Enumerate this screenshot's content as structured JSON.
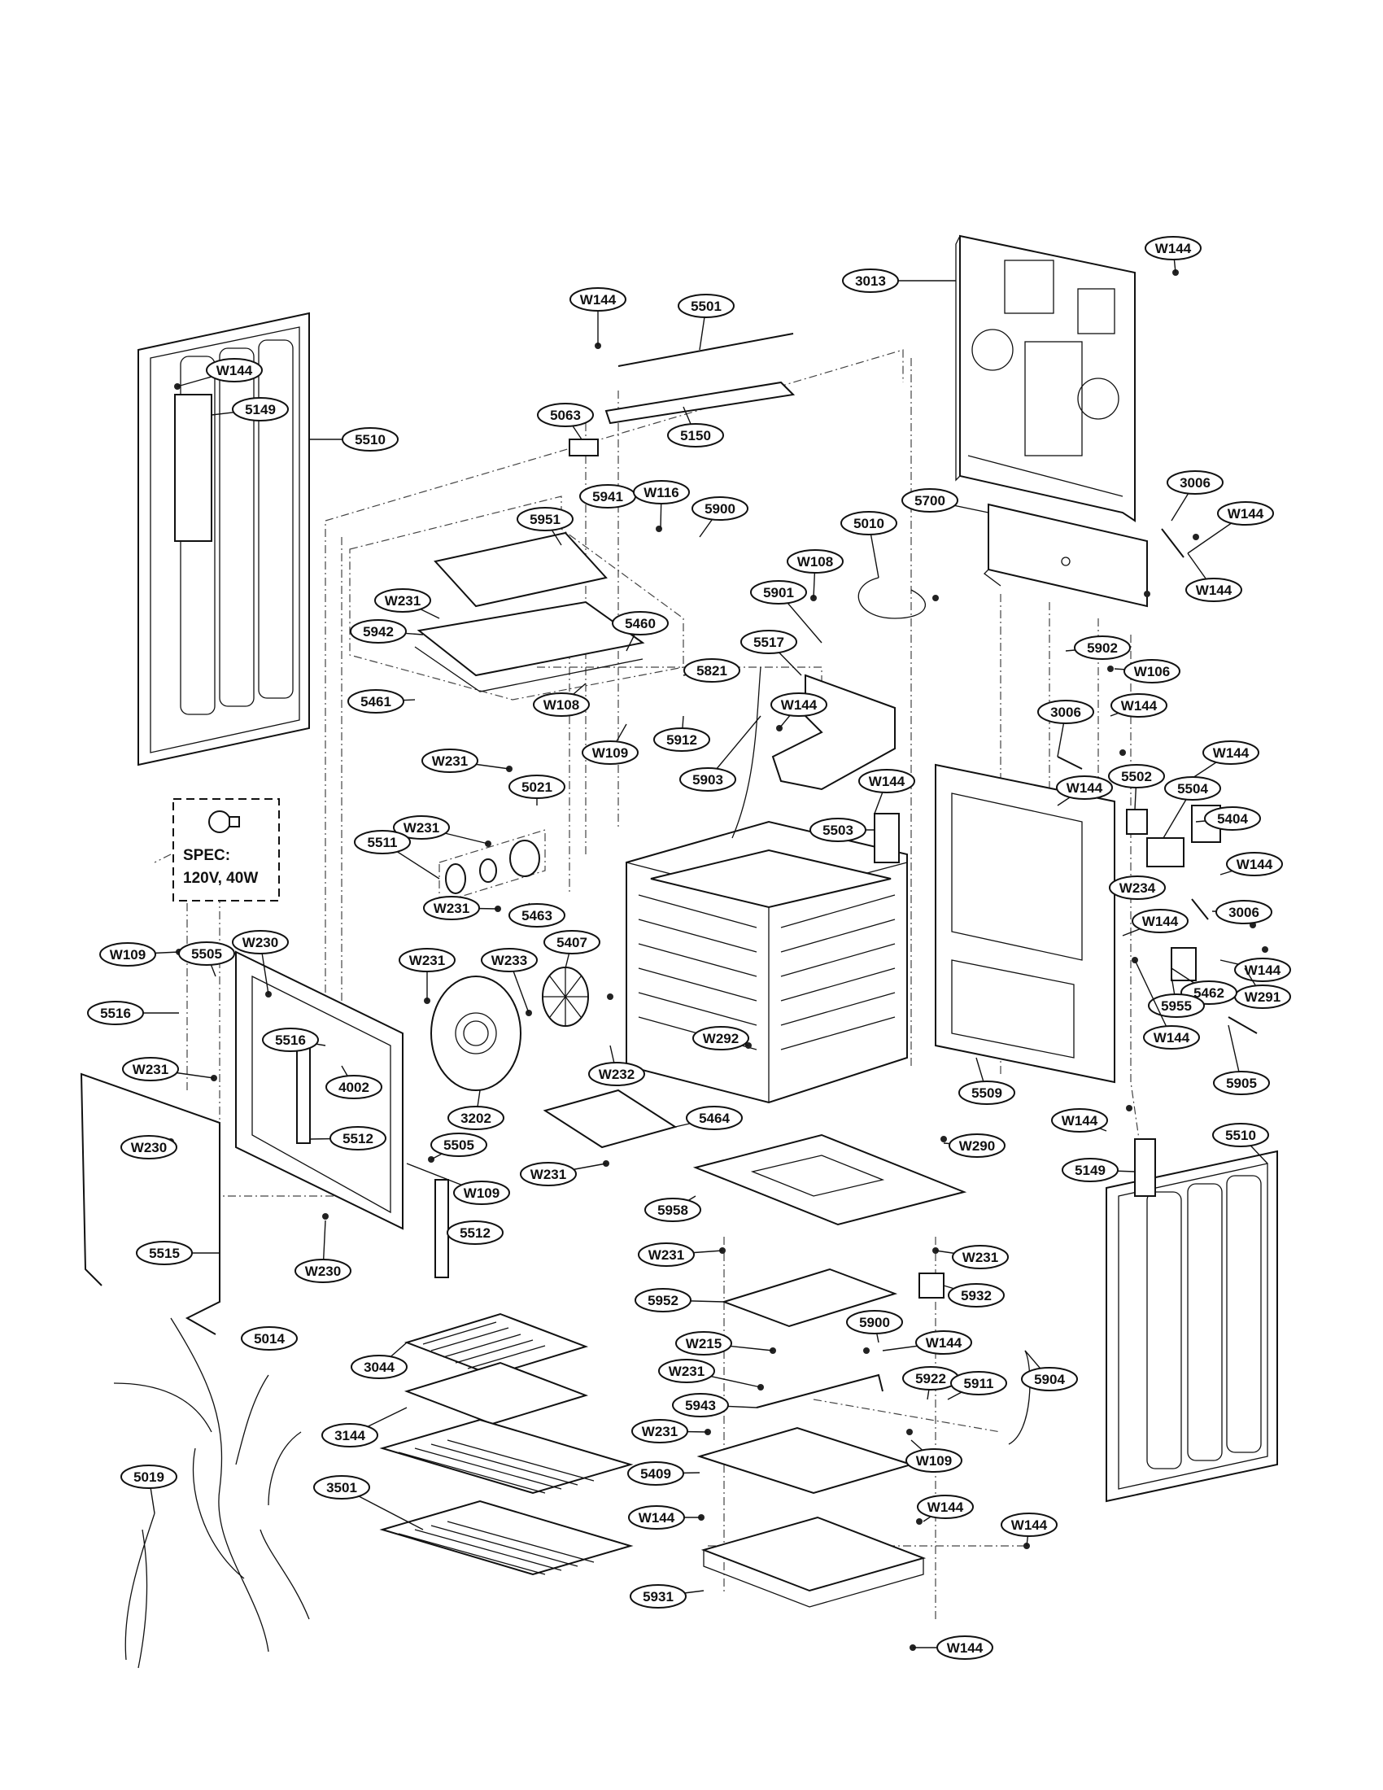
{
  "spec": {
    "line1": "SPEC:",
    "line2": "120V, 40W"
  },
  "callouts": [
    {
      "label": "W144"
    },
    {
      "label": "3013"
    },
    {
      "label": "W144"
    },
    {
      "label": "5501"
    },
    {
      "label": "5063"
    },
    {
      "label": "5150"
    },
    {
      "label": "W144"
    },
    {
      "label": "5149"
    },
    {
      "label": "5510"
    },
    {
      "label": "5941"
    },
    {
      "label": "W116"
    },
    {
      "label": "5900"
    },
    {
      "label": "5010"
    },
    {
      "label": "3006"
    },
    {
      "label": "W144"
    },
    {
      "label": "5700"
    },
    {
      "label": "5951"
    },
    {
      "label": "W108"
    },
    {
      "label": "W144"
    },
    {
      "label": "5901"
    },
    {
      "label": "W231"
    },
    {
      "label": "5942"
    },
    {
      "label": "5460"
    },
    {
      "label": "5517"
    },
    {
      "label": "5902"
    },
    {
      "label": "W106"
    },
    {
      "label": "5821"
    },
    {
      "label": "5461"
    },
    {
      "label": "W108"
    },
    {
      "label": "W144"
    },
    {
      "label": "5912"
    },
    {
      "label": "W109"
    },
    {
      "label": "3006"
    },
    {
      "label": "W144"
    },
    {
      "label": "W144"
    },
    {
      "label": "W231"
    },
    {
      "label": "5903"
    },
    {
      "label": "W144"
    },
    {
      "label": "5021"
    },
    {
      "label": "W144"
    },
    {
      "label": "5502"
    },
    {
      "label": "W231"
    },
    {
      "label": "5503"
    },
    {
      "label": "5504"
    },
    {
      "label": "5404"
    },
    {
      "label": "5511"
    },
    {
      "label": "W144"
    },
    {
      "label": "W234"
    },
    {
      "label": "3006"
    },
    {
      "label": "W231"
    },
    {
      "label": "5463"
    },
    {
      "label": "W144"
    },
    {
      "label": "5505"
    },
    {
      "label": "W109"
    },
    {
      "label": "W230"
    },
    {
      "label": "W231"
    },
    {
      "label": "W233"
    },
    {
      "label": "5407"
    },
    {
      "label": "W144"
    },
    {
      "label": "W291"
    },
    {
      "label": "5516"
    },
    {
      "label": "5462"
    },
    {
      "label": "5516"
    },
    {
      "label": "5955"
    },
    {
      "label": "W144"
    },
    {
      "label": "W292"
    },
    {
      "label": "W231"
    },
    {
      "label": "4002"
    },
    {
      "label": "W232"
    },
    {
      "label": "5905"
    },
    {
      "label": "3202"
    },
    {
      "label": "5509"
    },
    {
      "label": "5464"
    },
    {
      "label": "W144"
    },
    {
      "label": "5512"
    },
    {
      "label": "5505"
    },
    {
      "label": "W290"
    },
    {
      "label": "5510"
    },
    {
      "label": "5149"
    },
    {
      "label": "W230"
    },
    {
      "label": "W231"
    },
    {
      "label": "W109"
    },
    {
      "label": "5958"
    },
    {
      "label": "5512"
    },
    {
      "label": "5515"
    },
    {
      "label": "W230"
    },
    {
      "label": "W231"
    },
    {
      "label": "W231"
    },
    {
      "label": "5952"
    },
    {
      "label": "5932"
    },
    {
      "label": "5014"
    },
    {
      "label": "W215"
    },
    {
      "label": "5900"
    },
    {
      "label": "W144"
    },
    {
      "label": "3044"
    },
    {
      "label": "W231"
    },
    {
      "label": "5922"
    },
    {
      "label": "5911"
    },
    {
      "label": "5904"
    },
    {
      "label": "5943"
    },
    {
      "label": "3144"
    },
    {
      "label": "W231"
    },
    {
      "label": "W109"
    },
    {
      "label": "5409"
    },
    {
      "label": "5019"
    },
    {
      "label": "3501"
    },
    {
      "label": "W144"
    },
    {
      "label": "W144"
    },
    {
      "label": "W144"
    },
    {
      "label": "5931"
    },
    {
      "label": "W144"
    }
  ]
}
